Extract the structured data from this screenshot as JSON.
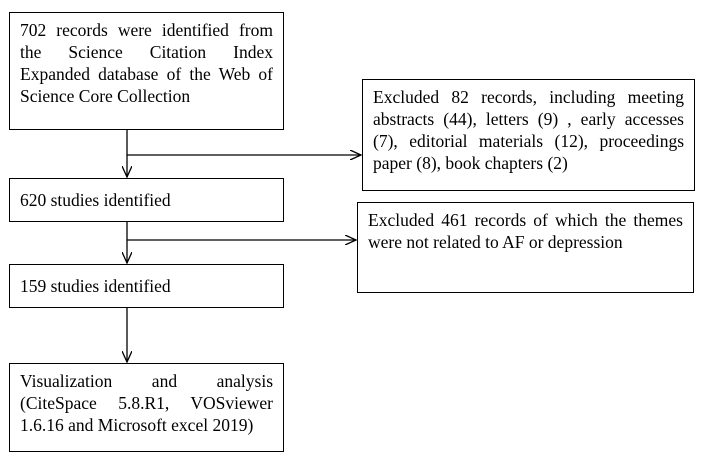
{
  "flow": {
    "step1": "702 records were identified from the Science Citation Index Expanded database of the Web of Science Core Collection",
    "step2": "620 studies identified",
    "step3": "159 studies identified",
    "step4": "Visualization and analysis (CiteSpace 5.8.R1, VOSviewer 1.6.16 and Microsoft excel 2019)"
  },
  "exclusions": {
    "excl1": "Excluded 82 records, including meeting abstracts (44), letters (9) , early accesses (7), editorial materials (12), proceedings paper (8), book chapters (2)",
    "excl2": "Excluded 461 records of which the themes were not related to AF or depression"
  },
  "colors": {
    "stroke": "#000000",
    "background": "#ffffff"
  }
}
